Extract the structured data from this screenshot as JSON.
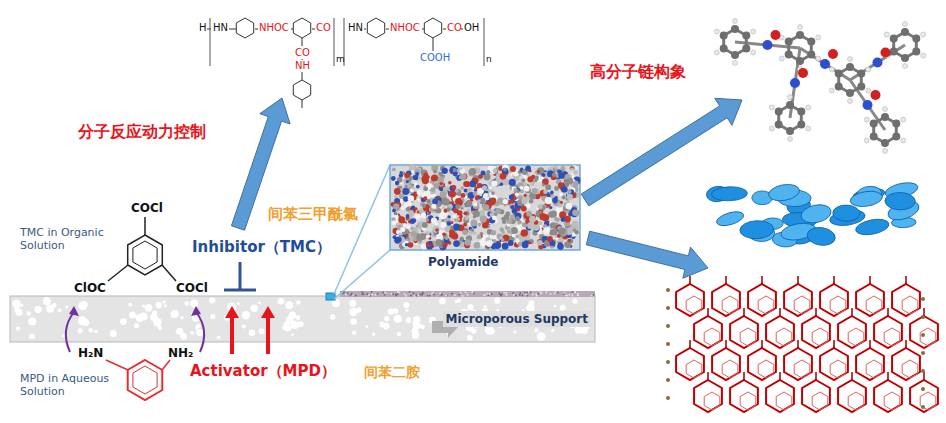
{
  "diagram": {
    "nodes": [
      {
        "text": [
          "Microporous Support"
        ]
      },
      {
        "text": [
          "Polyamide"
        ]
      }
    ],
    "labels": [
      "分子反应动力控制",
      "高分子链构象",
      "间苯三甲酰氯",
      "Inhibitor（TMC）",
      "Activator（MPD）",
      "间苯二胺",
      "TMC in Organic Solution",
      "MPD in Aqueous Solution",
      "COCl",
      "ClOC",
      "COCl",
      "H₂N",
      "NH₂",
      "H",
      "HN",
      "NHOC",
      "CO",
      "CO",
      "NH",
      "m",
      "HN",
      "NHOC",
      "CO",
      "OH",
      "COOH",
      "n"
    ]
  }
}
